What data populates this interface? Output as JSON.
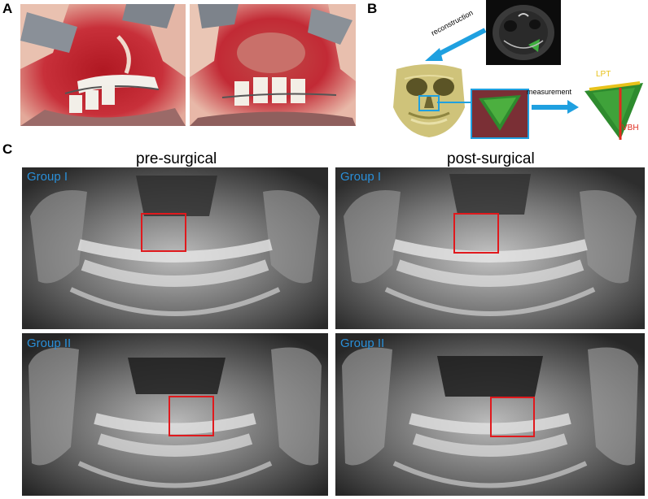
{
  "panels": {
    "a": {
      "letter": "A"
    },
    "b": {
      "letter": "B",
      "arrow_reconstruction": "reconstruction",
      "arrow_measurement": "measurement",
      "label_lpt": "LPT",
      "label_vbh": "VBH"
    },
    "c": {
      "letter": "C",
      "col_pre": "pre-surgical",
      "col_post": "post-surgical",
      "group1": "Group I",
      "group2": "Group II"
    }
  },
  "colors": {
    "group_label": "#2a8fd8",
    "roi_box": "#e0191d",
    "arrow": "#1fa0e0",
    "bone_green": "#2e8b2e",
    "lpt_yellow": "#e8c21a",
    "vbh_red": "#e02a1d"
  }
}
